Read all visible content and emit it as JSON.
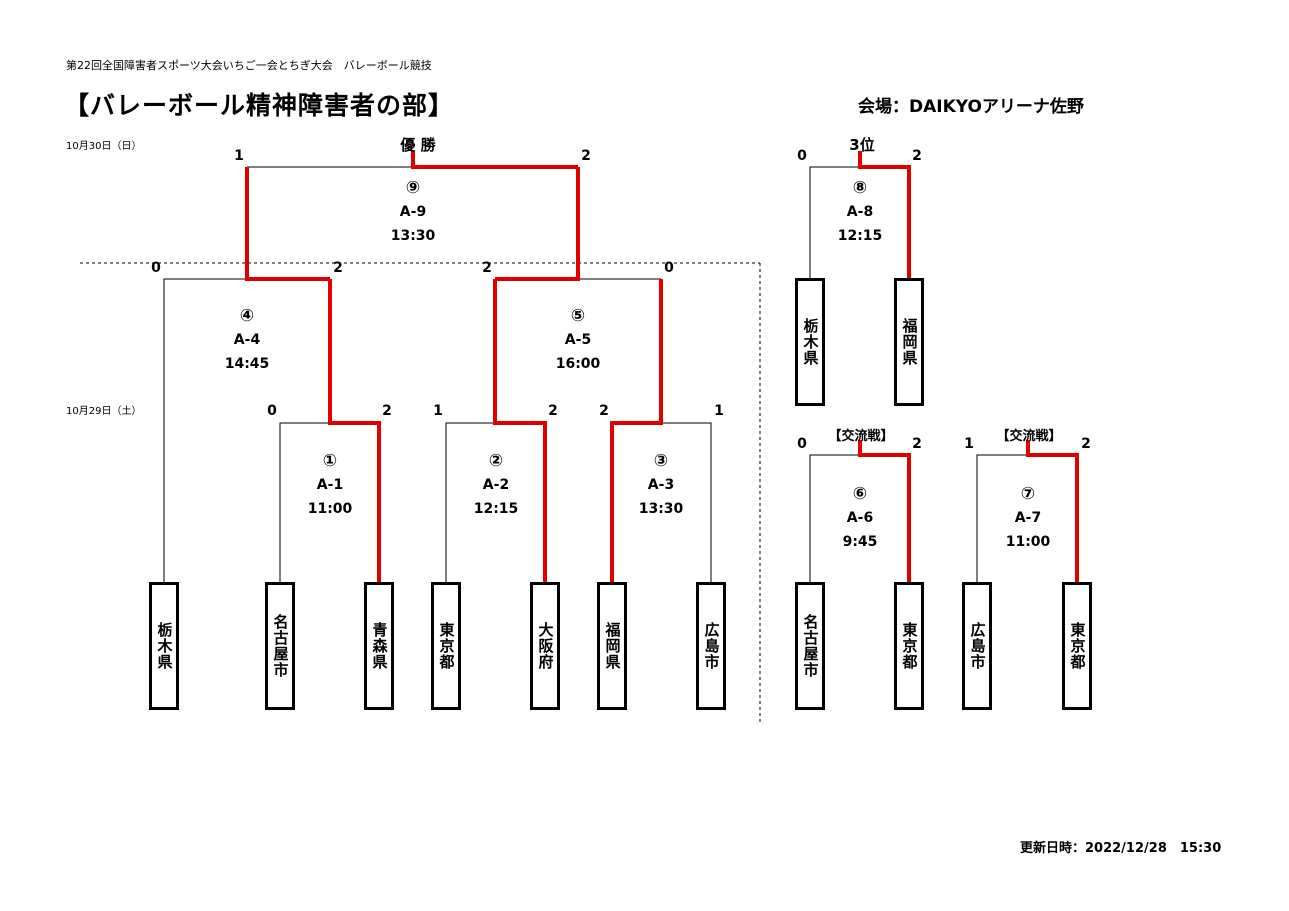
{
  "header": {
    "event": "第22回全国障害者スポーツ大会いちご一会とちぎ大会　バレーボール競技",
    "title": "【バレーボール精神障害者の部】",
    "venue": "会場：DAIKYOアリーナ佐野"
  },
  "dates": {
    "day2": "10月30日（日）",
    "day1": "10月29日（土）"
  },
  "labels": {
    "final": "優 勝",
    "third": "3位",
    "exchange": "【交流戦】"
  },
  "teams": [
    "栃木県",
    "名古屋市",
    "青森県",
    "東京都",
    "大阪府",
    "福岡県",
    "広島市",
    "栃木県",
    "福岡県",
    "名古屋市",
    "東京都",
    "広島市",
    "東京都"
  ],
  "matches": {
    "m1": {
      "no": "①",
      "code": "A-1",
      "time": "11:00",
      "score_left": "0",
      "score_right": "2"
    },
    "m2": {
      "no": "②",
      "code": "A-2",
      "time": "12:15",
      "score_left": "1",
      "score_right": "2"
    },
    "m3": {
      "no": "③",
      "code": "A-3",
      "time": "13:30",
      "score_left": "2",
      "score_right": "1"
    },
    "m4": {
      "no": "④",
      "code": "A-4",
      "time": "14:45",
      "score_left": "0",
      "score_right": "2"
    },
    "m5": {
      "no": "⑤",
      "code": "A-5",
      "time": "16:00",
      "score_left": "2",
      "score_right": "0"
    },
    "m6": {
      "no": "⑥",
      "code": "A-6",
      "time": "9:45",
      "score_left": "0",
      "score_right": "2"
    },
    "m7": {
      "no": "⑦",
      "code": "A-7",
      "time": "11:00",
      "score_left": "1",
      "score_right": "2"
    },
    "m8": {
      "no": "⑧",
      "code": "A-8",
      "time": "12:15",
      "score_left": "0",
      "score_right": "2"
    },
    "m9": {
      "no": "⑨",
      "code": "A-9",
      "time": "13:30",
      "score_left": "1",
      "score_right": "2"
    }
  },
  "updated": "更新日時：2022/12/28　15:30",
  "colors": {
    "winner_line": "#e00000",
    "line": "#000000"
  }
}
